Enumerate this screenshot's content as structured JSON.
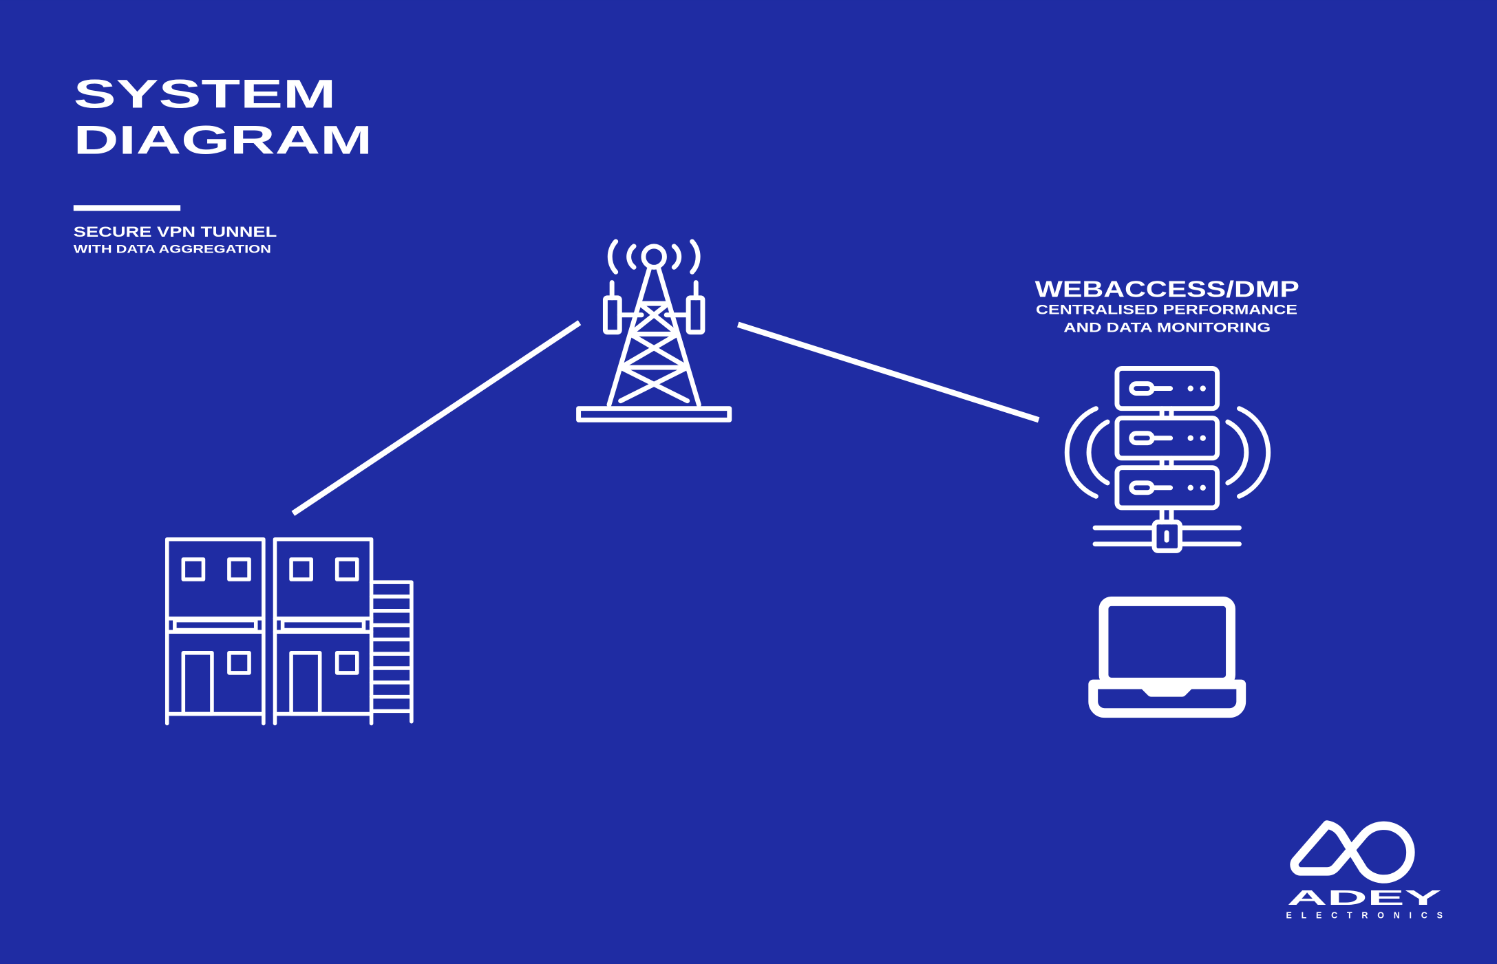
{
  "title": {
    "line1": "SYSTEM",
    "line2": "DIAGRAM"
  },
  "subtitle": {
    "line1": "SECURE VPN TUNNEL",
    "line2": "WITH DATA AGGREGATION"
  },
  "server_label": {
    "title": "WEBACCESS/DMP",
    "line1": "CENTRALISED PERFORMANCE",
    "line2": "AND DATA MONITORING"
  },
  "nodes": [
    "buildings-icon",
    "cell-tower-icon",
    "server-rack-icon",
    "laptop-icon"
  ],
  "logo": {
    "name": "ADEY",
    "tagline": "ELECTRONICS"
  },
  "colors": {
    "background": "#1f2ca3",
    "foreground": "#ffffff"
  }
}
